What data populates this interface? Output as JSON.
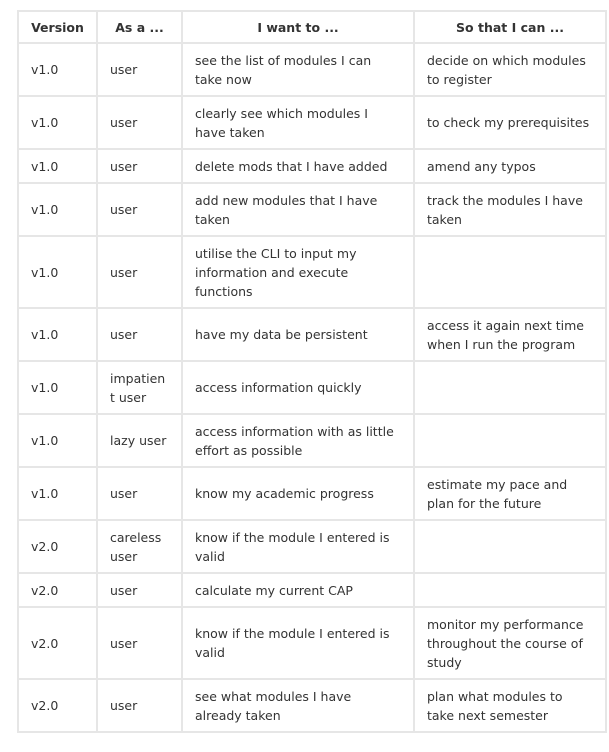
{
  "table": {
    "headers": [
      "Version",
      "As a ...",
      "I want to ...",
      "So that I can ..."
    ],
    "rows": [
      {
        "version": "v1.0",
        "role": "user",
        "want": "see the list of modules I can take now",
        "so_that": "decide on which modules to register",
        "lines": 2
      },
      {
        "version": "v1.0",
        "role": "user",
        "want": "clearly see which modules I have taken",
        "so_that": "to check my prerequisites",
        "lines": 2
      },
      {
        "version": "v1.0",
        "role": "user",
        "want": "delete mods that I have added",
        "so_that": "amend any typos",
        "lines": 1
      },
      {
        "version": "v1.0",
        "role": "user",
        "want": "add new modules that I have taken",
        "so_that": "track the modules I have taken",
        "lines": 2
      },
      {
        "version": "v1.0",
        "role": "user",
        "want": "utilise the CLI to input my information and execute functions",
        "so_that": "",
        "lines": 3
      },
      {
        "version": "v1.0",
        "role": "user",
        "want": "have my data be persistent",
        "so_that": "access it again next time when I run the program",
        "lines": 2
      },
      {
        "version": "v1.0",
        "role": "impatient user",
        "want": "access information quickly",
        "so_that": "",
        "lines": 2
      },
      {
        "version": "v1.0",
        "role": "lazy user",
        "want": "access information with as little effort as possible",
        "so_that": "",
        "lines": 2
      },
      {
        "version": "v1.0",
        "role": "user",
        "want": "know my academic progress",
        "so_that": "estimate my pace and plan for the future",
        "lines": 2
      },
      {
        "version": "v2.0",
        "role": "careless user",
        "want": "know if the module I entered is valid",
        "so_that": "",
        "lines": 2
      },
      {
        "version": "v2.0",
        "role": "user",
        "want": "calculate my current CAP",
        "so_that": "",
        "lines": 1
      },
      {
        "version": "v2.0",
        "role": "user",
        "want": "know if the module I entered is valid",
        "so_that": "monitor my performance throughout the course of study",
        "lines": 3
      },
      {
        "version": "v2.0",
        "role": "user",
        "want": "see what modules I have already taken",
        "so_that": "plan what modules to take next semester",
        "lines": 2
      }
    ]
  }
}
